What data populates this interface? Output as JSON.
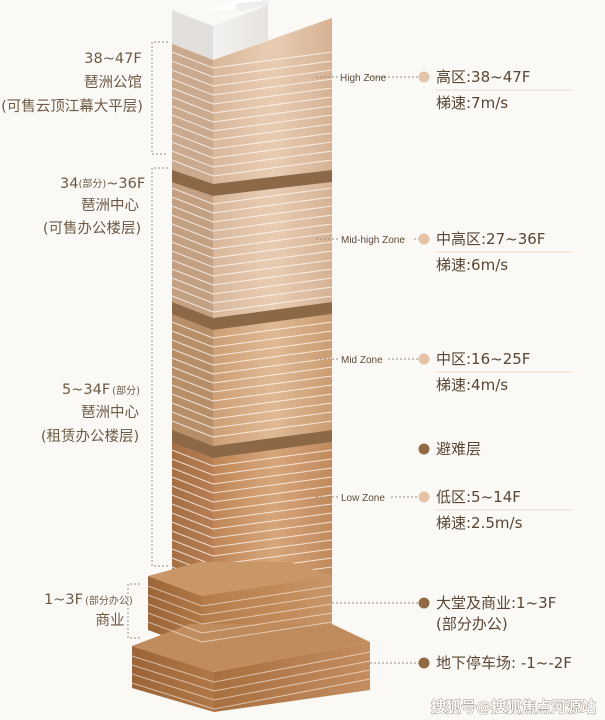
{
  "left_labels": {
    "high": {
      "line1": "38~47F",
      "line2": "琶洲公馆",
      "line3": "(可售云顶江幕大平层)"
    },
    "midhigh": {
      "line1_a": "34",
      "line1_b": "(部分)",
      "line1_c": "~36F",
      "line2": "琶洲中心",
      "line3": "(可售办公楼层)"
    },
    "mid": {
      "line1_a": "5~34F",
      "line1_b": "(部分)",
      "line2": "琶洲中心",
      "line3": "(租赁办公楼层)"
    },
    "base": {
      "line1_a": "1~3F",
      "line1_b": "(部分办公)",
      "line2": "商业"
    }
  },
  "zone_tags": {
    "high": "High Zone",
    "midhigh": "Mid-high Zone",
    "mid": "Mid Zone",
    "low": "Low Zone"
  },
  "right_labels": {
    "high": {
      "zone": "高区:38~47F",
      "speed": "梯速:7m/s"
    },
    "midhigh": {
      "zone": "中高区:27~36F",
      "speed": "梯速:6m/s"
    },
    "mid": {
      "zone": "中区:16~25F",
      "speed": "梯速:4m/s"
    },
    "refuge": {
      "zone": "避难层"
    },
    "low": {
      "zone": "低区:5~14F",
      "speed": "梯速:2.5m/s"
    },
    "lobby": {
      "zone": "大堂及商业:1~3F",
      "speed": "(部分办公)"
    },
    "basement": {
      "zone": "地下停车场: -1~-2F"
    }
  },
  "watermark": "搜狐号@搜狐焦点河源站",
  "colors": {
    "light_dot": "#e3c4a8",
    "dark_dot": "#8f6a44",
    "refuge_band": "#8c6847",
    "leader": "#9d8b78"
  }
}
